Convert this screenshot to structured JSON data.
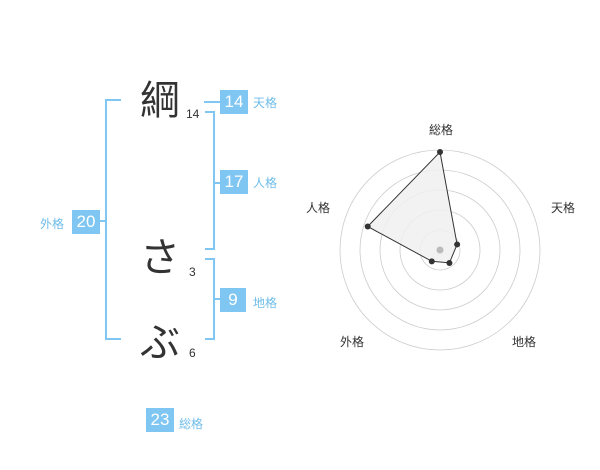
{
  "name": {
    "chars": [
      {
        "char": "綱",
        "strokes": "14"
      },
      {
        "char": "さ",
        "strokes": "3"
      },
      {
        "char": "ぶ",
        "strokes": "6"
      }
    ]
  },
  "kakusu": {
    "ten": {
      "value": "14",
      "label": "天格"
    },
    "jin": {
      "value": "17",
      "label": "人格"
    },
    "chi": {
      "value": "9",
      "label": "地格"
    },
    "gai": {
      "value": "20",
      "label": "外格"
    },
    "sou": {
      "value": "23",
      "label": "総格"
    }
  },
  "chart_data": {
    "type": "radar",
    "categories": [
      "総格",
      "天格",
      "地格",
      "外格",
      "人格"
    ],
    "values": [
      4.9,
      0.9,
      0.8,
      0.7,
      3.8
    ],
    "rlim": [
      0,
      5
    ],
    "rings": 5,
    "colors": {
      "fill": "#f0f0f0",
      "line": "#333333",
      "grid": "#cccccc",
      "center": "#bbbbbb"
    }
  }
}
